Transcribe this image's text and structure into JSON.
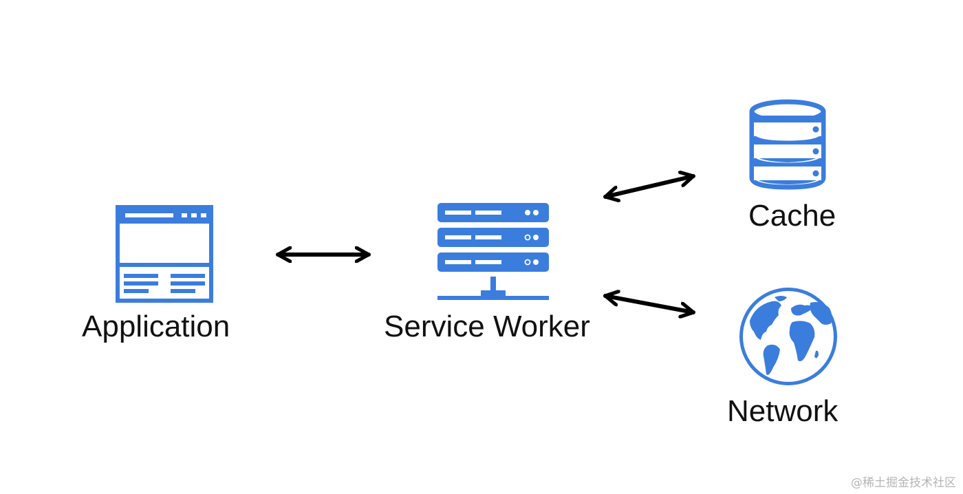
{
  "nodes": {
    "application": {
      "label": "Application",
      "icon": "browser-window-icon"
    },
    "service_worker": {
      "label": "Service Worker",
      "icon": "server-stack-icon"
    },
    "cache": {
      "label": "Cache",
      "icon": "database-icon"
    },
    "network": {
      "label": "Network",
      "icon": "globe-icon"
    }
  },
  "edges": [
    {
      "from": "application",
      "to": "service_worker",
      "direction": "both"
    },
    {
      "from": "service_worker",
      "to": "cache",
      "direction": "both"
    },
    {
      "from": "service_worker",
      "to": "network",
      "direction": "both"
    }
  ],
  "colors": {
    "icon_blue": "#3b7ddd",
    "arrow": "#000000",
    "text": "#111111"
  },
  "watermark": "@稀土掘金技术社区"
}
